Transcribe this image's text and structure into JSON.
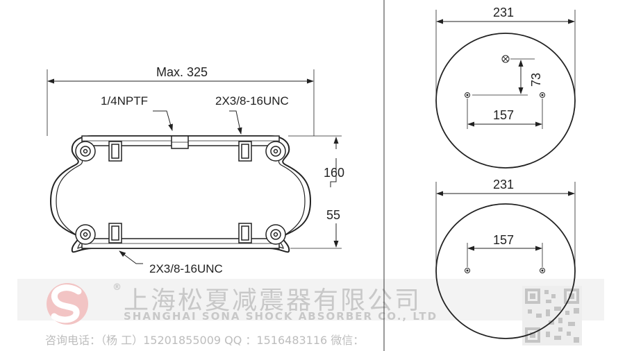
{
  "side_view": {
    "max_width_label": "Max. 325",
    "port_label": "1/4NPTF",
    "top_thread_label": "2X3/8-16UNC",
    "bottom_thread_label": "2X3/8-16UNC",
    "height_max_label": "160",
    "height_min_label": "55"
  },
  "top_plate": {
    "diameter_label": "231",
    "offset_label": "73",
    "bolt_spacing_label": "157"
  },
  "bottom_plate": {
    "diameter_label": "231",
    "bolt_spacing_label": "157"
  },
  "watermark": {
    "registered_mark": "®",
    "company_cn": "上海松夏减震器有限公司",
    "company_en": "SHANGHAI SONA SHOCK ABSORBER CO., LTD",
    "contact": "咨询电话：（杨 工）15201855009   QQ ：1516483116   微信："
  }
}
